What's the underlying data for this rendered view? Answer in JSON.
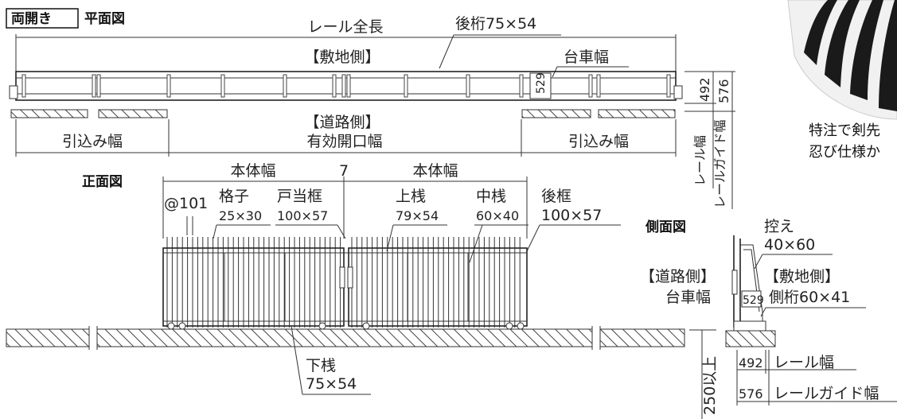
{
  "plan": {
    "badge": "両開き",
    "title": "平面図",
    "rail_total": "レール全長",
    "rear_beam": "後桁75×54",
    "site_side": "【敷地側】",
    "carriage_width": "台車幅",
    "dim_529": "529",
    "dim_492": "492",
    "dim_576": "576",
    "road_side": "【道路側】",
    "pull_width_left": "引込み幅",
    "effective_opening": "有効開口幅",
    "pull_width_right": "引込み幅",
    "rail_width_v": "レール幅",
    "rail_guide_width_v": "レールガイド幅"
  },
  "front": {
    "title": "正面図",
    "body_width_left": "本体幅",
    "gap_7": "7",
    "body_width_right": "本体幅",
    "pitch": "@101",
    "lattice": "格子",
    "lattice_size": "25×30",
    "door_frame": "戸当框",
    "door_frame_size": "100×57",
    "top_beam": "上桟",
    "top_beam_size": "79×54",
    "mid_beam": "中桟",
    "mid_beam_size": "60×40",
    "rear_frame": "後框",
    "rear_frame_size": "100×57",
    "bottom_beam": "下桟",
    "bottom_beam_size": "75×54",
    "depth_250": "250以上"
  },
  "side": {
    "title": "側面図",
    "brace": "控え",
    "brace_size": "40×60",
    "road_side": "【道路側】",
    "site_side": "【敷地側】",
    "carriage_width": "台車幅",
    "dim_529": "529",
    "side_beam": "側桁60×41",
    "dim_492": "492",
    "rail_width": "レール幅",
    "dim_576": "576",
    "rail_guide_width": "レールガイド幅"
  },
  "note": {
    "line1": "特注で剣先",
    "line2": "忍び仕様か"
  }
}
